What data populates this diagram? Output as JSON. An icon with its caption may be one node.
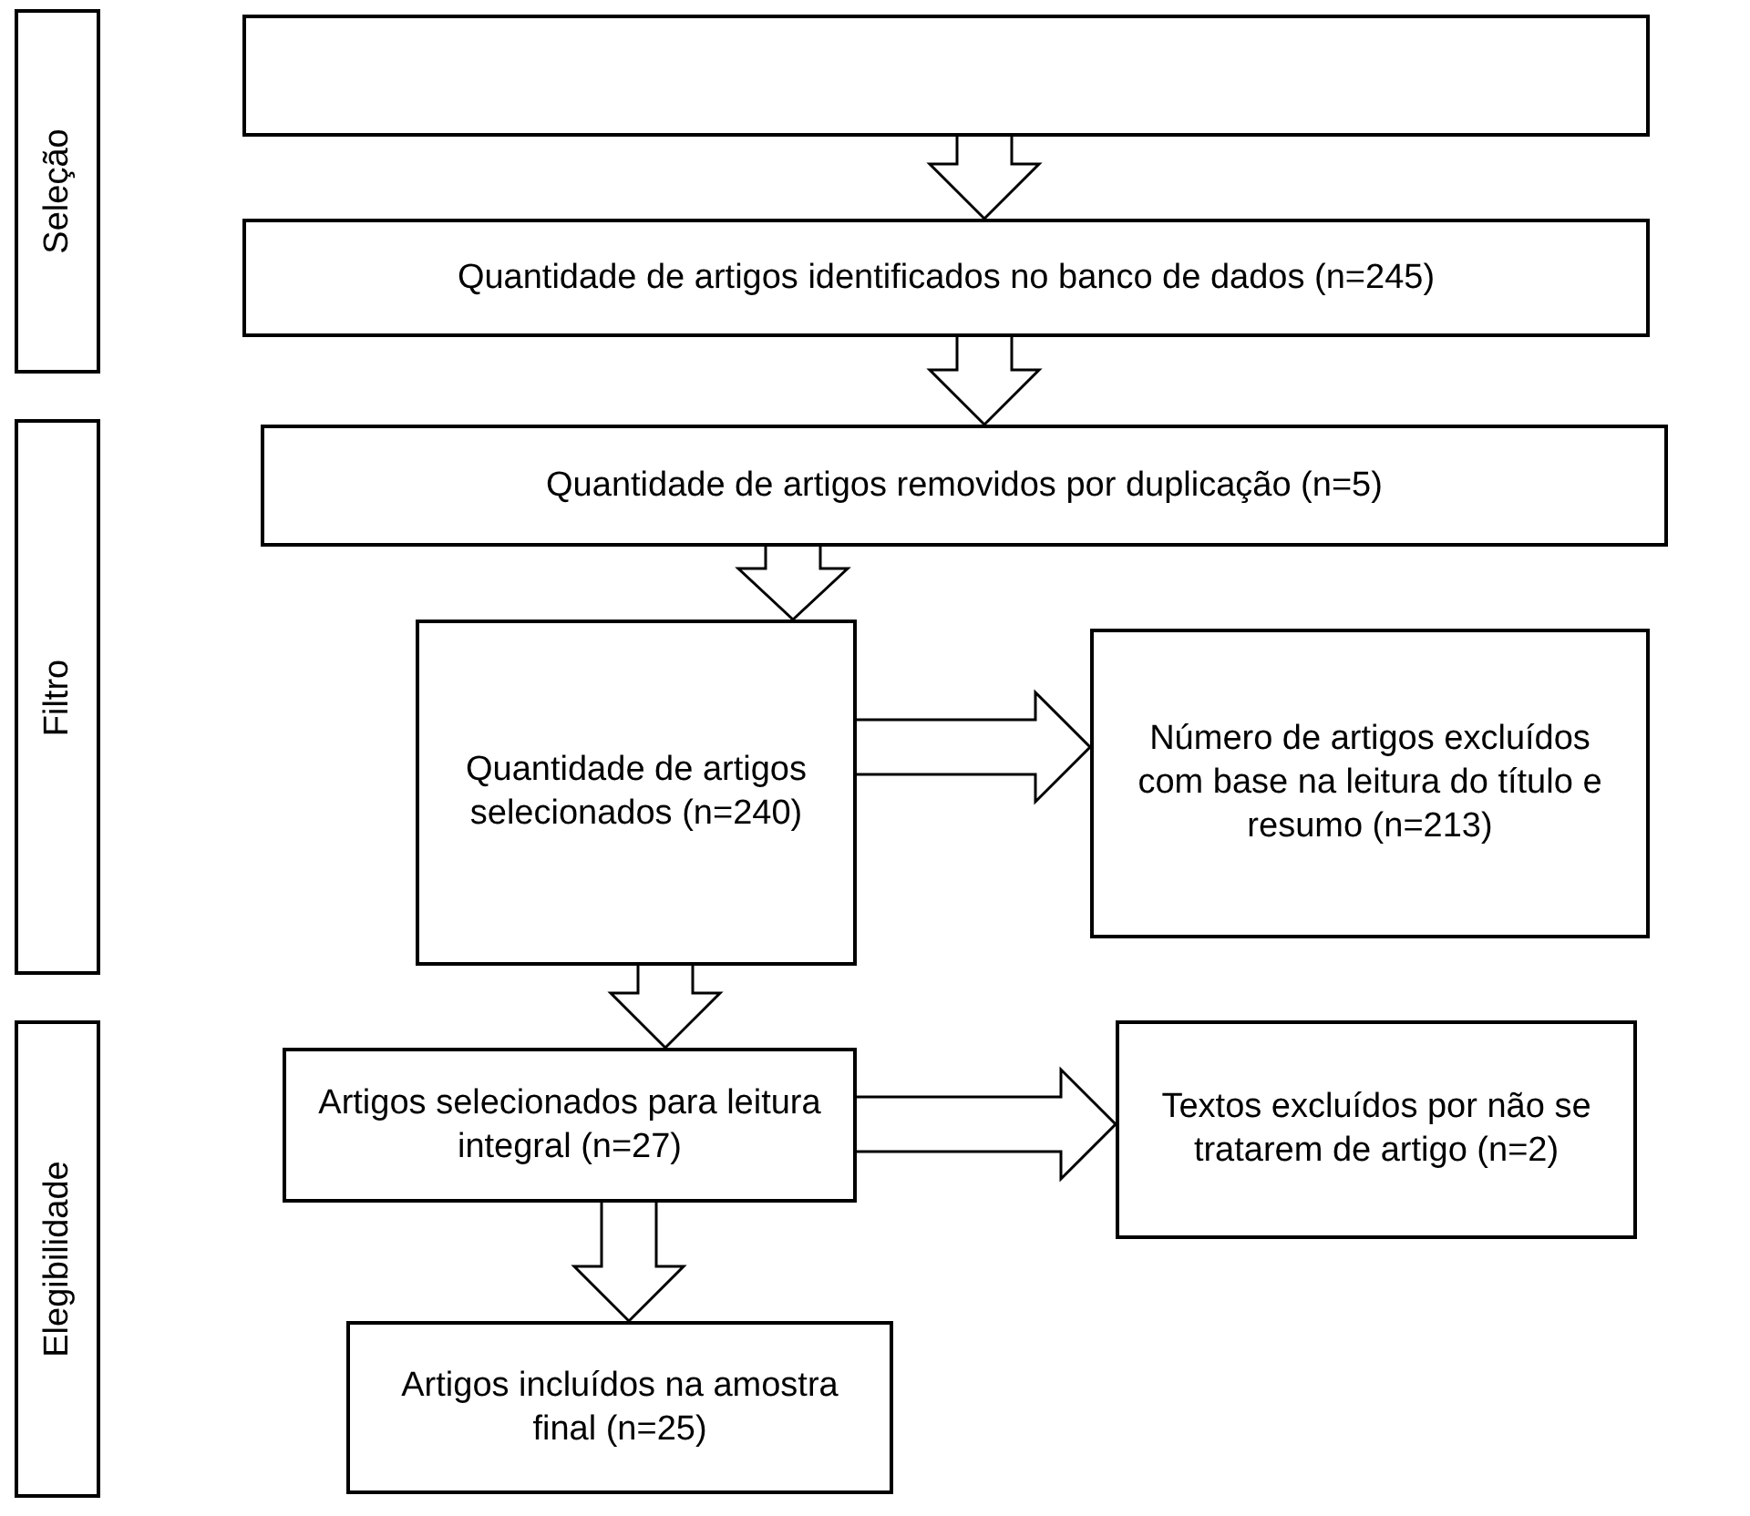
{
  "diagram": {
    "nodes": [
      {
        "text": [
          "Seleção"
        ]
      },
      {
        "text": [],
        "shape": "box"
      },
      {
        "text": [
          "Quantidade de artigos identificados no banco de dados (n=245)"
        ]
      },
      {
        "text": [
          "Filtro"
        ]
      },
      {
        "text": [
          "Quantidade de artigos removidos por duplicação (n=5)"
        ]
      },
      {
        "text": [
          "Quantidade de artigos selecionados (n=240)"
        ]
      },
      {
        "text": [
          "Número de artigos excluídos com base na leitura do título e resumo (n=213)"
        ]
      },
      {
        "text": [
          "Elegibilidade"
        ]
      },
      {
        "text": [
          "Artigos selecionados para leitura integral (n=27)"
        ]
      },
      {
        "text": [
          "Textos excluídos por não se tratarem de artigo (n=2)"
        ]
      },
      {
        "text": [
          "Artigos incluídos na amostra final (n=25)"
        ]
      }
    ],
    "edges": [
      {
        "from": 1,
        "to": 2,
        "arrow": "to"
      },
      {
        "from": 2,
        "to": 4,
        "arrow": "to"
      },
      {
        "from": 4,
        "to": 5,
        "arrow": "to"
      },
      {
        "from": 5,
        "to": 6,
        "arrow": "to"
      },
      {
        "from": 5,
        "to": 8,
        "arrow": "to"
      },
      {
        "from": 8,
        "to": 9,
        "arrow": "to"
      },
      {
        "from": 8,
        "to": 10,
        "arrow": "to"
      }
    ]
  }
}
